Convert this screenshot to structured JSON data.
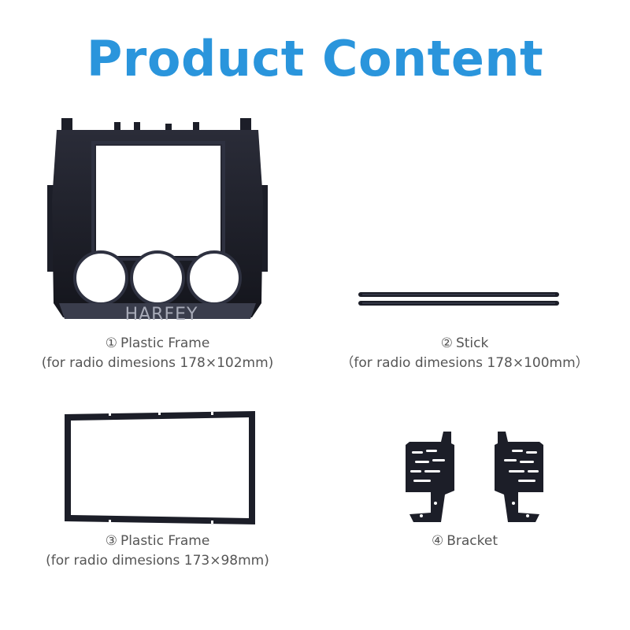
{
  "page": {
    "title": "Product Content"
  },
  "items": [
    {
      "number": "①",
      "name": "Plastic Frame",
      "spec": "(for radio dimesions 178×102mm)",
      "watermark": "HARFEY"
    },
    {
      "number": "②",
      "name": "Stick",
      "spec": "（for radio dimesions 178×100mm）"
    },
    {
      "number": "③",
      "name": "Plastic Frame",
      "spec": "(for radio dimesions 173×98mm)"
    },
    {
      "number": "④",
      "name": "Bracket"
    }
  ],
  "colors": {
    "title": "#2a95dc",
    "caption": "#555555",
    "part": "#1c1e28"
  }
}
